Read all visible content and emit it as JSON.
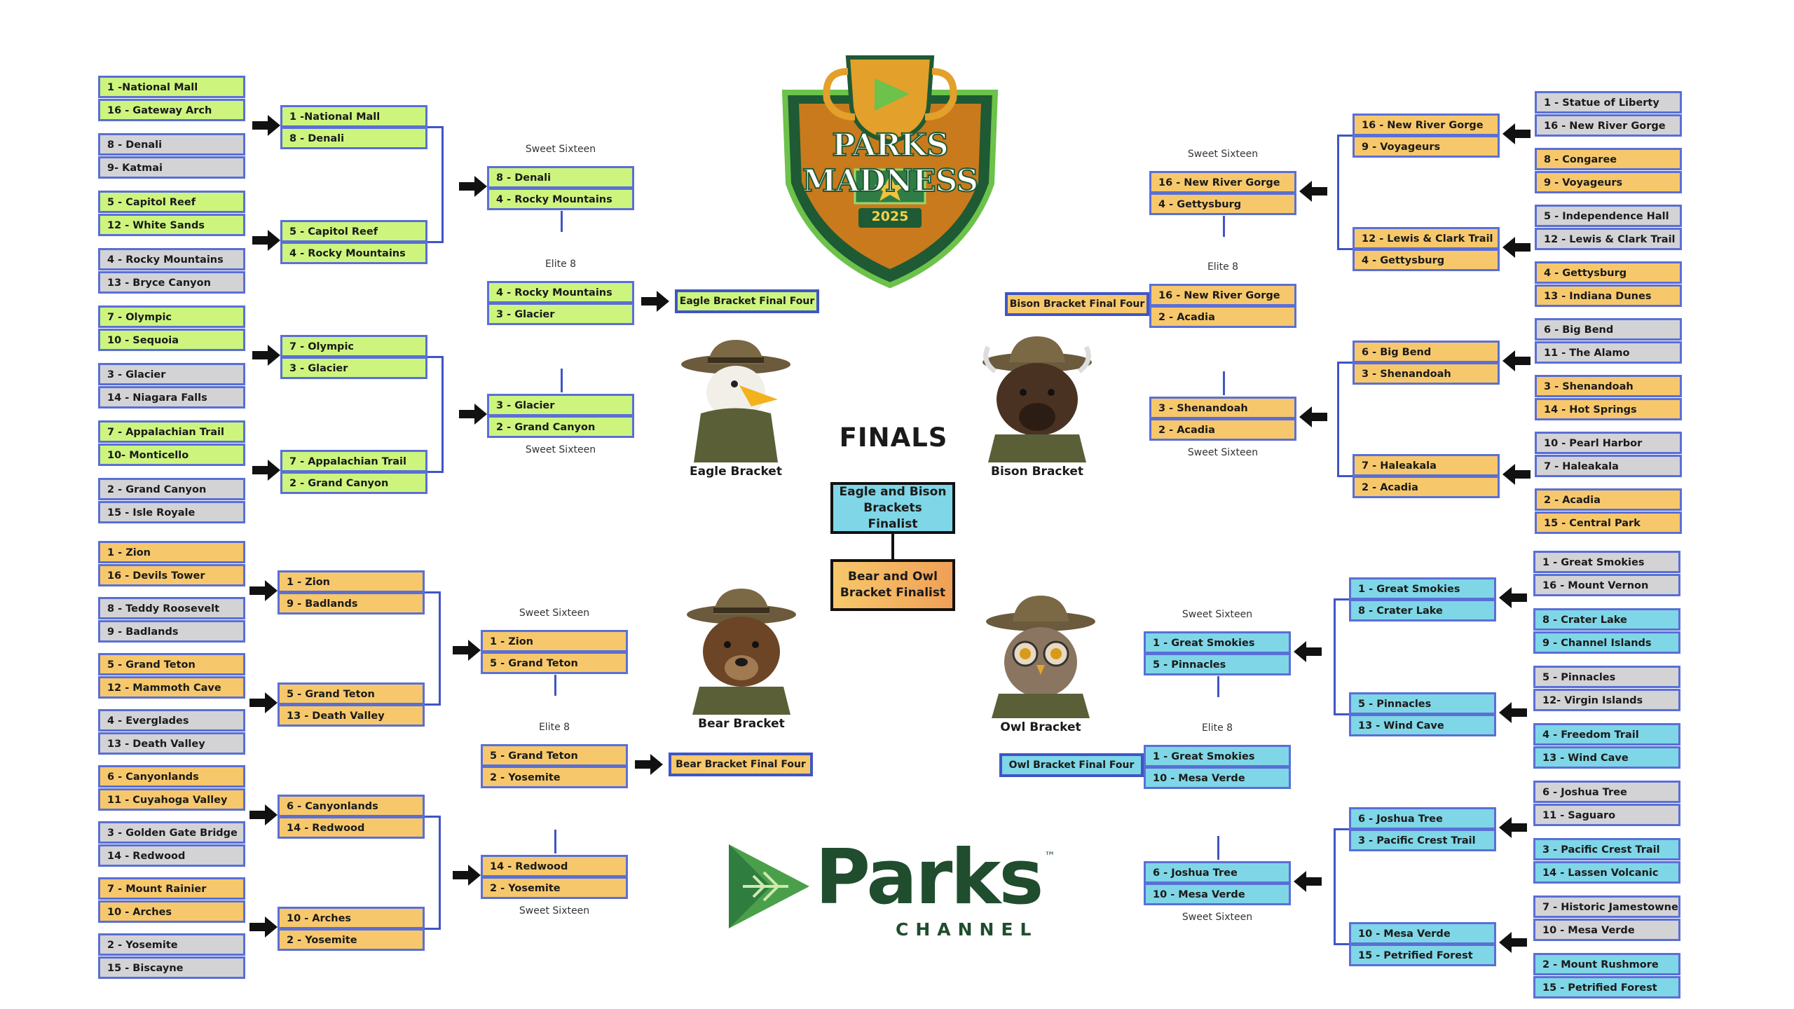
{
  "logo": {
    "title": "PARKS MADNESS",
    "year": "2025"
  },
  "finals": {
    "title": "FINALS",
    "eagle_bison": "Eagle and Bison Brackets Finalist",
    "bear_owl": "Bear and Owl Bracket Finalist"
  },
  "brand": {
    "name": "Parks",
    "sub": "CHANNEL",
    "tm": "™"
  },
  "labels": {
    "sweet": "Sweet Sixteen",
    "elite": "Elite 8"
  },
  "eagle": {
    "caption": "Eagle Bracket",
    "final_four": "Eagle Bracket Final Four",
    "r1": [
      [
        "1 -National Mall",
        "16 - Gateway Arch"
      ],
      [
        "8 - Denali",
        "9- Katmai"
      ],
      [
        "5 - Capitol Reef",
        "12 - White Sands"
      ],
      [
        "4 - Rocky Mountains",
        "13 - Bryce Canyon"
      ],
      [
        "7 - Olympic",
        "10 - Sequoia"
      ],
      [
        "3 - Glacier",
        "14 - Niagara Falls"
      ],
      [
        "7 - Appalachian Trail",
        "10- Monticello"
      ],
      [
        "2 - Grand Canyon",
        "15 - Isle Royale"
      ]
    ],
    "r2": [
      [
        "1 -National Mall",
        "8 - Denali"
      ],
      [
        "5 - Capitol Reef",
        "4 - Rocky Mountains"
      ],
      [
        "7 - Olympic",
        "3 - Glacier"
      ],
      [
        "7 - Appalachian Trail",
        "2 - Grand Canyon"
      ]
    ],
    "r3": [
      [
        "8 - Denali",
        "4 - Rocky Mountains"
      ],
      [
        "3 - Glacier",
        "2 - Grand Canyon"
      ]
    ],
    "r4": [
      "4 - Rocky Mountains",
      "3 - Glacier"
    ]
  },
  "bison": {
    "caption": "Bison Bracket",
    "final_four": "Bison Bracket Final Four",
    "r1": [
      [
        "1 - Statue of Liberty",
        "16 - New River Gorge"
      ],
      [
        "8 - Congaree",
        "9 - Voyageurs"
      ],
      [
        "5 - Independence Hall",
        "12 - Lewis & Clark Trail"
      ],
      [
        "4 - Gettysburg",
        "13 - Indiana Dunes"
      ],
      [
        "6 - Big Bend",
        "11 - The Alamo"
      ],
      [
        "3 - Shenandoah",
        "14 - Hot Springs"
      ],
      [
        "10 - Pearl Harbor",
        "7 - Haleakala"
      ],
      [
        "2 - Acadia",
        "15 - Central Park"
      ]
    ],
    "r2": [
      [
        "16 - New River Gorge",
        "9 - Voyageurs"
      ],
      [
        "12 - Lewis & Clark Trail",
        "4 - Gettysburg"
      ],
      [
        "6 - Big Bend",
        "3 - Shenandoah"
      ],
      [
        "7 - Haleakala",
        "2 - Acadia"
      ]
    ],
    "r3": [
      [
        "16 - New River Gorge",
        "4 - Gettysburg"
      ],
      [
        "3 - Shenandoah",
        "2 - Acadia"
      ]
    ],
    "r4": [
      "16 - New River Gorge",
      "2 - Acadia"
    ]
  },
  "bear": {
    "caption": "Bear Bracket",
    "final_four": "Bear Bracket Final Four",
    "r1": [
      [
        "1 - Zion",
        "16 - Devils Tower"
      ],
      [
        "8 - Teddy Roosevelt",
        "9 - Badlands"
      ],
      [
        "5 - Grand Teton",
        "12 - Mammoth Cave"
      ],
      [
        "4 - Everglades",
        "13 - Death Valley"
      ],
      [
        "6 - Canyonlands",
        "11 - Cuyahoga Valley"
      ],
      [
        "3 - Golden Gate Bridge",
        "14 - Redwood"
      ],
      [
        "7 - Mount Rainier",
        "10 - Arches"
      ],
      [
        "2 - Yosemite",
        "15 - Biscayne"
      ]
    ],
    "r2": [
      [
        "1 - Zion",
        "9 - Badlands"
      ],
      [
        "5 - Grand Teton",
        "13 - Death Valley"
      ],
      [
        "6 - Canyonlands",
        "14 - Redwood"
      ],
      [
        "10 - Arches",
        "2 - Yosemite"
      ]
    ],
    "r3": [
      [
        "1 - Zion",
        "5 - Grand Teton"
      ],
      [
        "14 - Redwood",
        "2 - Yosemite"
      ]
    ],
    "r4": [
      "5 - Grand Teton",
      "2 - Yosemite"
    ]
  },
  "owl": {
    "caption": "Owl Bracket",
    "final_four": "Owl Bracket Final Four",
    "r1": [
      [
        "1 - Great Smokies",
        "16 - Mount Vernon"
      ],
      [
        "8 - Crater Lake",
        "9 - Channel Islands"
      ],
      [
        "5 - Pinnacles",
        "12- Virgin Islands"
      ],
      [
        "4 - Freedom Trail",
        "13 - Wind Cave"
      ],
      [
        "6 - Joshua Tree",
        "11 - Saguaro"
      ],
      [
        "3 - Pacific Crest Trail",
        "14 - Lassen Volcanic"
      ],
      [
        "7 - Historic Jamestowne",
        "10 - Mesa Verde"
      ],
      [
        "2 - Mount Rushmore",
        "15 - Petrified Forest"
      ]
    ],
    "r2": [
      [
        "1 - Great Smokies",
        "8 - Crater Lake"
      ],
      [
        "5 - Pinnacles",
        "13 - Wind Cave"
      ],
      [
        "6 - Joshua Tree",
        "3 - Pacific Crest Trail"
      ],
      [
        "10 - Mesa Verde",
        "15 - Petrified Forest"
      ]
    ],
    "r3": [
      [
        "1 - Great Smokies",
        "5 - Pinnacles"
      ],
      [
        "6 - Joshua Tree",
        "10 - Mesa Verde"
      ]
    ],
    "r4": [
      "1 - Great Smokies",
      "10 - Mesa Verde"
    ]
  },
  "colors": {
    "eagle": "#cdf57e",
    "bison": "#f7c86b",
    "bear": "#f7c86b",
    "owl": "#7fd6e6",
    "loser": "#d3d3d6",
    "border": "#5a6fd6",
    "brand_green": "#1f4d2e"
  },
  "highlights": {
    "eagle": {
      "r1": [
        [
          "g",
          "g"
        ],
        [
          "s",
          "s"
        ],
        [
          "g",
          "g"
        ],
        [
          "s",
          "s"
        ],
        [
          "g",
          "g"
        ],
        [
          "s",
          "s"
        ],
        [
          "g",
          "g"
        ],
        [
          "s",
          "s"
        ]
      ],
      "r2": [
        [
          "g",
          "g"
        ],
        [
          "g",
          "g"
        ],
        [
          "g",
          "g"
        ],
        [
          "g",
          "g"
        ]
      ],
      "r3": [
        [
          "g",
          "g"
        ],
        [
          "g",
          "g"
        ]
      ],
      "r4": [
        "g",
        "g"
      ]
    },
    "bison": {
      "r1": [
        [
          "s",
          "s"
        ],
        [
          "y",
          "y"
        ],
        [
          "s",
          "s"
        ],
        [
          "y",
          "y"
        ],
        [
          "s",
          "s"
        ],
        [
          "y",
          "y"
        ],
        [
          "s",
          "s"
        ],
        [
          "y",
          "y"
        ]
      ],
      "r2": [
        [
          "y",
          "y"
        ],
        [
          "y",
          "y"
        ],
        [
          "y",
          "y"
        ],
        [
          "y",
          "y"
        ]
      ],
      "r3": [
        [
          "y",
          "y"
        ],
        [
          "y",
          "y"
        ]
      ],
      "r4": [
        "y",
        "y"
      ]
    },
    "bear": {
      "r1": [
        [
          "y",
          "y"
        ],
        [
          "s",
          "s"
        ],
        [
          "y",
          "y"
        ],
        [
          "s",
          "s"
        ],
        [
          "y",
          "y"
        ],
        [
          "s",
          "s"
        ],
        [
          "y",
          "y"
        ],
        [
          "s",
          "s"
        ]
      ],
      "r2": [
        [
          "y",
          "y"
        ],
        [
          "y",
          "y"
        ],
        [
          "y",
          "y"
        ],
        [
          "y",
          "y"
        ]
      ],
      "r3": [
        [
          "y",
          "y"
        ],
        [
          "y",
          "y"
        ]
      ],
      "r4": [
        "y",
        "y"
      ]
    },
    "owl": {
      "r1": [
        [
          "s",
          "s"
        ],
        [
          "c",
          "c"
        ],
        [
          "s",
          "s"
        ],
        [
          "c",
          "c"
        ],
        [
          "s",
          "s"
        ],
        [
          "c",
          "c"
        ],
        [
          "s",
          "s"
        ],
        [
          "c",
          "c"
        ]
      ],
      "r2": [
        [
          "c",
          "c"
        ],
        [
          "c",
          "c"
        ],
        [
          "c",
          "c"
        ],
        [
          "c",
          "c"
        ]
      ],
      "r3": [
        [
          "c",
          "c"
        ],
        [
          "c",
          "c"
        ]
      ],
      "r4": [
        "c",
        "c"
      ]
    }
  }
}
